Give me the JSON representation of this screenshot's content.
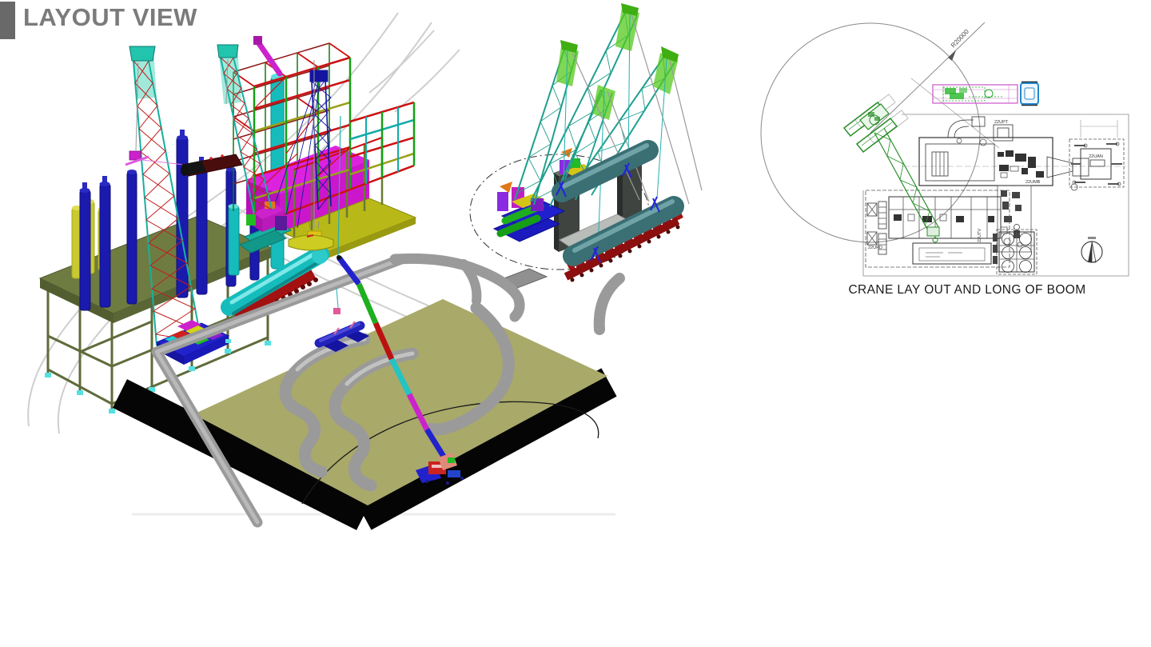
{
  "slide": {
    "title": "LAYOUT VIEW"
  },
  "plan": {
    "caption": "CRANE LAY OUT AND LONG OF BOOM",
    "radius_label": "R20000",
    "labels": {
      "upt": "22UPT",
      "umb": "22UMB",
      "uan": "22UAN",
      "utv": "22UTV",
      "urd": "22URD"
    }
  },
  "palette": {
    "title_gray": "#7b7b7b",
    "deck_olive": "#6e7c42",
    "ground_olive": "#a9a96a",
    "column_navy": "#1a1aae",
    "column_yellow": "#c9c930",
    "teal": "#16bcbc",
    "crane_lattice_red": "#cc2020",
    "structure_green": "#16a016",
    "magenta": "#dd22dd",
    "slab_yellow": "#b8b818",
    "vessel_slate": "#3a6f74",
    "transporter_red": "#a31111",
    "boom_tip_green": "#55c91e",
    "pipe_gray": "#9a9a9a",
    "plan_line": "#555555",
    "plan_crane_green": "#2a8f2a",
    "trailer_magenta": "#cc55cc",
    "truck_cab_blue": "#2288cc"
  }
}
